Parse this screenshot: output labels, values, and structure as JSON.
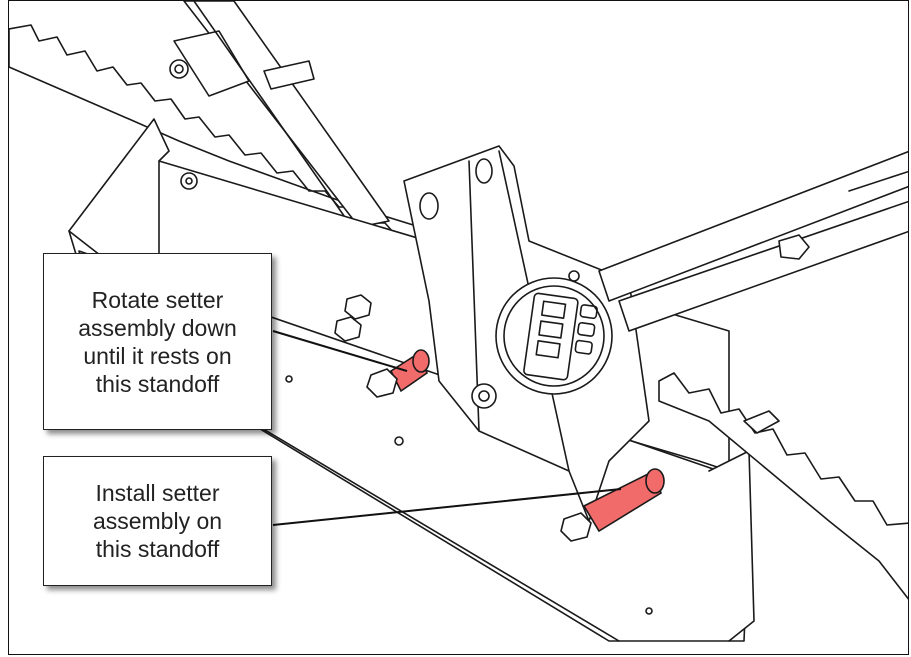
{
  "callouts": {
    "rotate": {
      "lines": [
        "Rotate setter",
        "assembly down",
        "until it rests on",
        "this standoff"
      ]
    },
    "install": {
      "lines": [
        "Install setter",
        "assembly on",
        "this standoff"
      ]
    }
  },
  "colors": {
    "standoff_highlight": "#f26b6b",
    "line": "#1a1a1a",
    "background": "#ffffff"
  }
}
